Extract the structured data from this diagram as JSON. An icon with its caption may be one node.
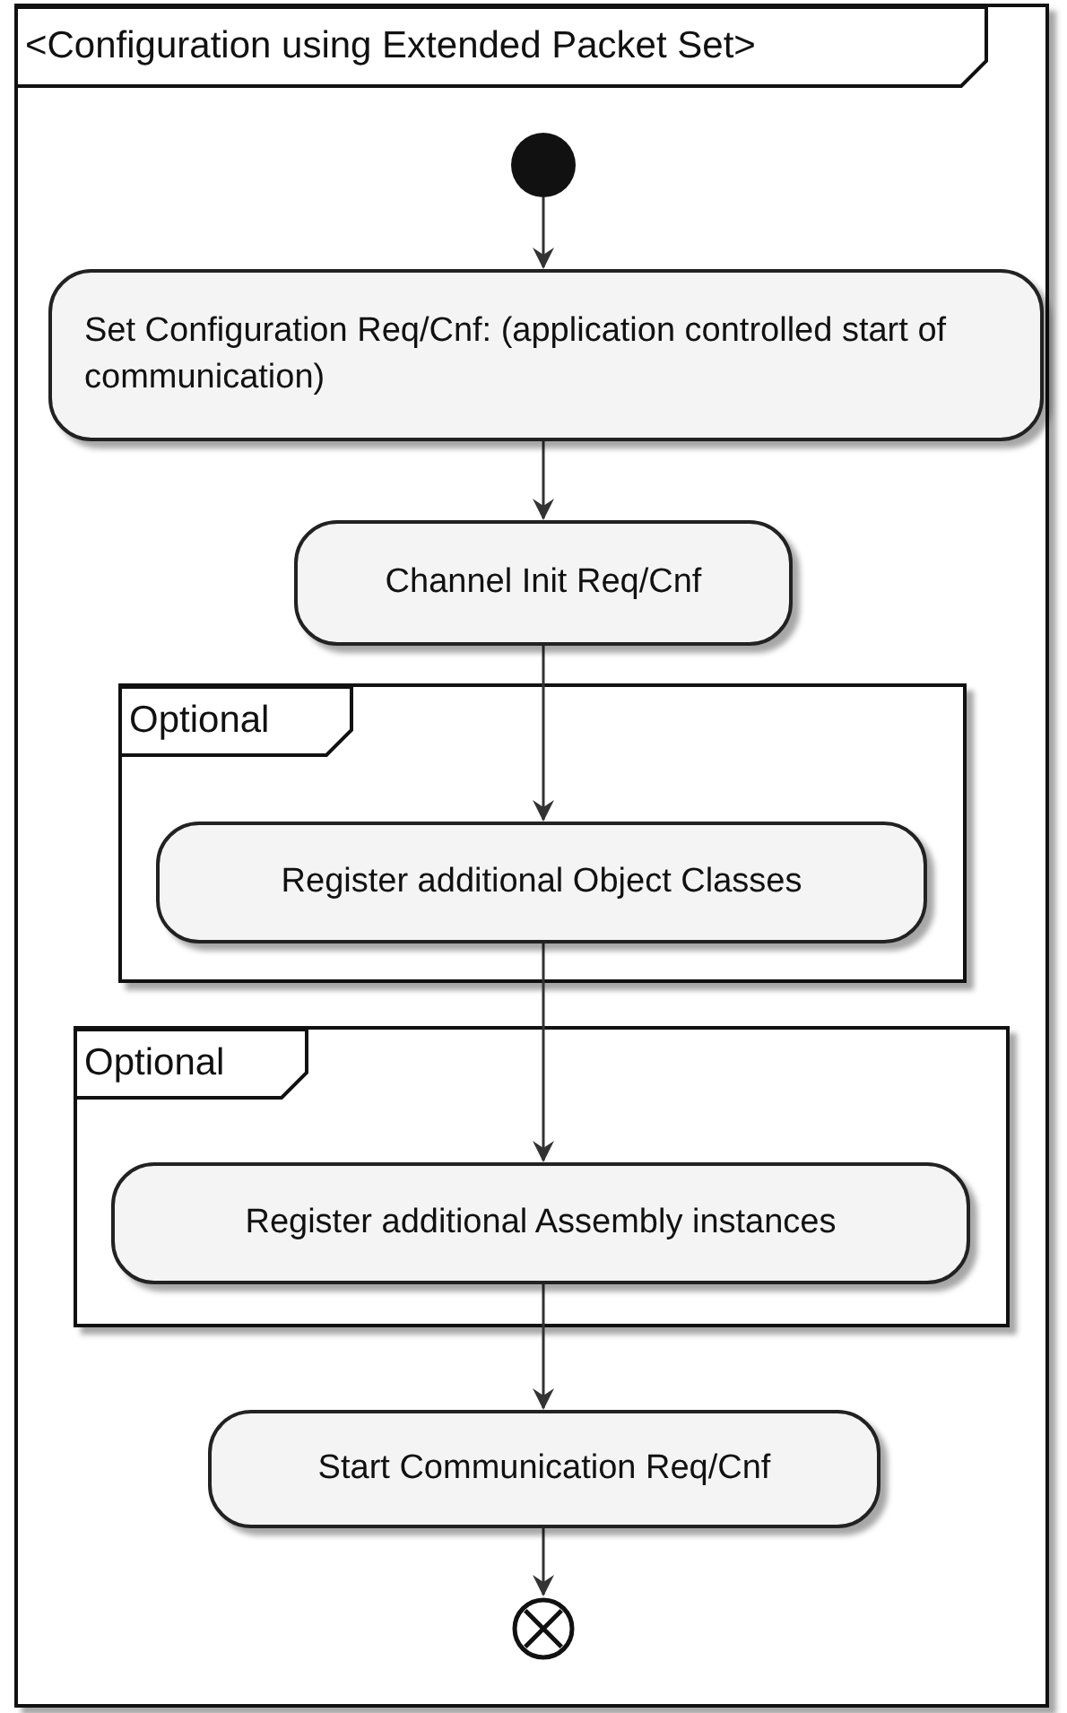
{
  "diagram": {
    "nodes": [
      {
        "text": [
          "<Configuration using Extended Packet Set>"
        ]
      },
      {
        "text": [],
        "shape": "circle",
        "in": 0
      },
      {
        "text": [
          "Set Configuration Req/Cnf: (application controlled start of communication)"
        ],
        "in": 0
      },
      {
        "text": [
          "Channel Init Req/Cnf"
        ],
        "in": 0
      },
      {
        "text": [
          "Optional"
        ],
        "in": 0
      },
      {
        "text": [
          "Register additional Object Classes"
        ],
        "in": 4
      },
      {
        "text": [
          "Optional"
        ],
        "in": 0
      },
      {
        "text": [
          "Register additional Assembly instances"
        ],
        "in": 6
      },
      {
        "text": [
          "Start Communication Req/Cnf"
        ],
        "in": 0
      },
      {
        "text": [],
        "shape": "circle",
        "in": 0
      }
    ],
    "edges": [
      {
        "from": 1,
        "to": 2,
        "arrow": "to"
      },
      {
        "from": 2,
        "to": 3,
        "arrow": "to"
      },
      {
        "from": 3,
        "to": 5,
        "arrow": "to"
      },
      {
        "from": 5,
        "to": 7,
        "arrow": "to"
      },
      {
        "from": 7,
        "to": 8,
        "arrow": "to"
      },
      {
        "from": 8,
        "to": 9,
        "arrow": "to"
      }
    ]
  }
}
